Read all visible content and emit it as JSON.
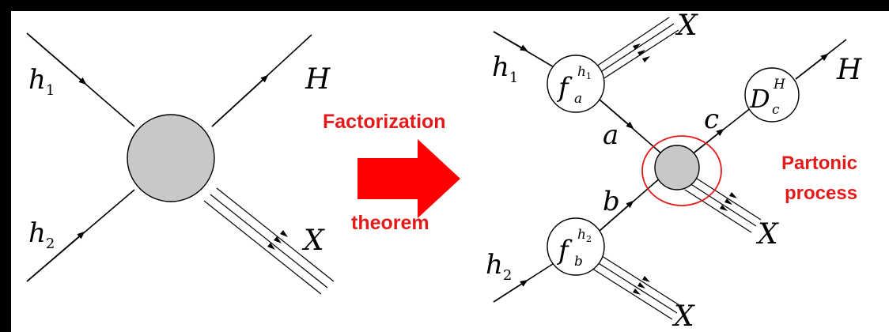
{
  "left_diagram": {
    "h1": "h",
    "h1_sub": "1",
    "h2": "h",
    "h2_sub": "2",
    "H": "H",
    "X": "X"
  },
  "arrow": {
    "top_label": "Factorization",
    "bottom_label": "theorem",
    "color": "#e21a1a"
  },
  "right_diagram": {
    "h1": "h",
    "h1_sub": "1",
    "h2": "h",
    "h2_sub": "2",
    "fa": "f",
    "fa_sub": "a",
    "fa_sup": "h",
    "fa_sup_sub": "1",
    "fb": "f",
    "fb_sub": "b",
    "fb_sup": "h",
    "fb_sup_sub": "2",
    "D": "D",
    "D_sub": "c",
    "D_sup": "H",
    "a": "a",
    "b": "b",
    "c": "c",
    "H": "H",
    "X_top": "X",
    "X_mid": "X",
    "X_bottom": "X"
  },
  "partonic": {
    "line1": "Partonic",
    "line2": "process",
    "color": "#e21a1a"
  },
  "colors": {
    "blob_fill": "#c8c8c8",
    "background": "#000000",
    "panel": "#ffffff"
  }
}
